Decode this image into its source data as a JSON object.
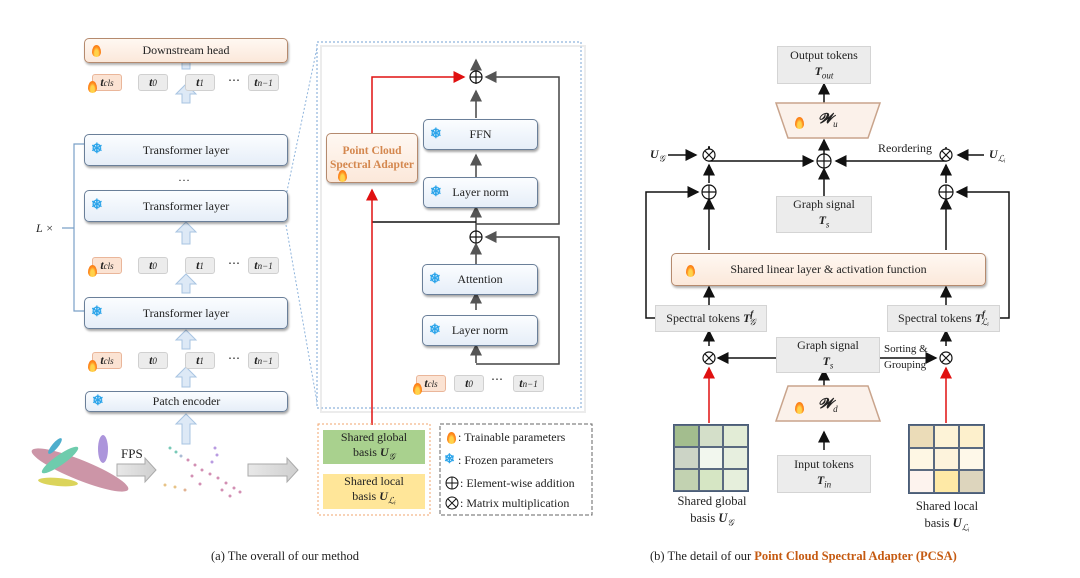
{
  "left": {
    "downstream_head": "Downstream head",
    "transformer_layer": "Transformer layer",
    "patch_encoder": "Patch encoder",
    "repeat_label": "L ×",
    "vertical_ellipsis": "…",
    "tokens": {
      "cls": "t",
      "cls_sub": "cls",
      "t0": "t",
      "t0_sub": "0",
      "t1": "t",
      "t1_sub": "1",
      "tn": "t",
      "tn_sub": "n−1",
      "dots": "⋯"
    },
    "fps_label": "FPS",
    "caption": "(a) The overall of our method"
  },
  "zoom": {
    "ffn": "FFN",
    "layer_norm": "Layer norm",
    "attention": "Attention",
    "adapter_line1": "Point Cloud",
    "adapter_line2": "Spectral Adapter"
  },
  "bases": {
    "global_line1": "Shared global",
    "global_line2": "basis",
    "global_sym": "U",
    "global_sub": "𝒢",
    "local_line1": "Shared local",
    "local_line2": "basis",
    "local_sym": "U",
    "local_sub": "ℒᵢ",
    "global_color": "#a9d18e",
    "local_color": "#ffe699"
  },
  "legend": {
    "trainable": ": Trainable parameters",
    "frozen": ": Frozen parameters",
    "add": ": Element-wise addition",
    "matmul": ": Matrix multiplication"
  },
  "right": {
    "output_line1": "Output tokens",
    "output_sym": "T",
    "output_sub": "out",
    "wu_sym": "𝓦",
    "wu_sub": "u",
    "wd_sym": "𝓦",
    "wd_sub": "d",
    "reordering": "Reordering",
    "ug_sym": "U",
    "ug_sub": "𝒢",
    "ul_sym": "U",
    "ul_sub": "ℒᵢ",
    "graph_signal": "Graph signal",
    "ts_sym": "T",
    "ts_sub": "s",
    "shared_linear": "Shared linear layer & activation function",
    "spectral_tokens": "Spectral tokens",
    "tf_sym": "T",
    "tf_sup": "f",
    "tfg_sub": "𝒢",
    "tfl_sub": "ℒᵢ",
    "sorting1": "Sorting &",
    "sorting2": "Grouping",
    "input_line1": "Input tokens",
    "in_sym": "T",
    "in_sub": "in",
    "global_basis_line1": "Shared global",
    "global_basis_line2": "basis",
    "local_basis_line1": "Shared local",
    "local_basis_line2": "basis",
    "global_grid": [
      "#a3bd8e",
      "#d4dfc9",
      "#e2ecd6",
      "#ccd4c6",
      "#f2f7ee",
      "#e7efdf",
      "#c2d2b1",
      "#d6e6c4",
      "#e6efdc"
    ],
    "local_grid": [
      "#ebdcb8",
      "#fdf3d7",
      "#fdf0cc",
      "#fef7e4",
      "#fdf3dc",
      "#fef8e9",
      "#fdf3ee",
      "#fee9a6",
      "#ddd5bd"
    ],
    "caption_prefix": "(b) The detail of our ",
    "caption_highlight": "Point Cloud Spectral Adapter (PCSA)",
    "highlight_color": "#c55a11"
  }
}
